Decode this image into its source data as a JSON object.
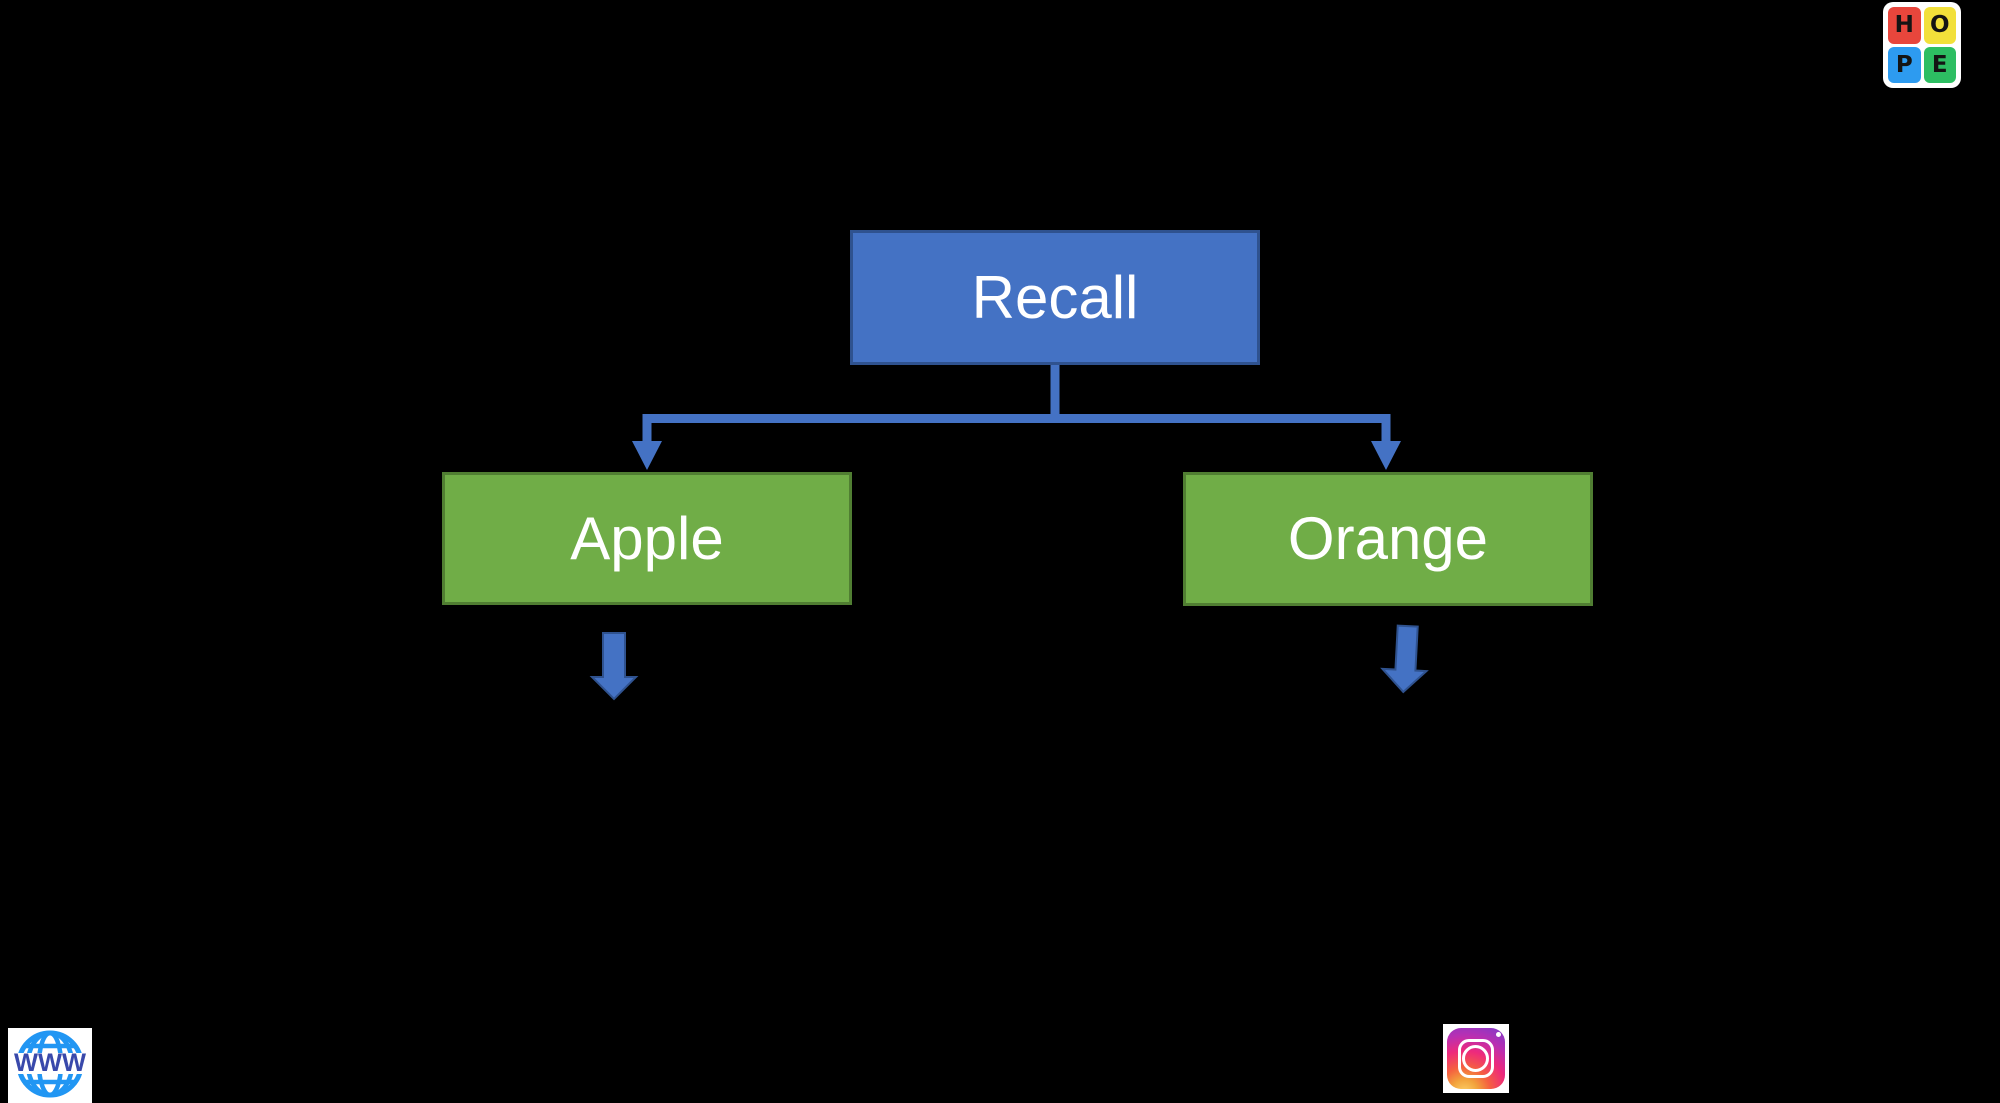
{
  "slide": {
    "background_color": "#000000"
  },
  "diagram": {
    "type": "tree",
    "connector_color": "#4472C4",
    "nodes": {
      "root": {
        "label": "Recall",
        "fill": "#4472C4",
        "border_color": "#2F528F",
        "text_color": "#FFFFFF"
      },
      "left": {
        "label": "Apple",
        "fill": "#70AD47",
        "border_color": "#507E32",
        "text_color": "#FFFFFF"
      },
      "right": {
        "label": "Orange",
        "fill": "#70AD47",
        "border_color": "#507E32",
        "text_color": "#FFFFFF"
      }
    },
    "edges": [
      {
        "from": "Recall",
        "to": "Apple"
      },
      {
        "from": "Recall",
        "to": "Orange"
      }
    ],
    "down_arrows": {
      "positions": [
        "below Apple",
        "below Orange"
      ],
      "fill": "#4472C4",
      "border_color": "#2F528F"
    }
  },
  "logos": {
    "hope": {
      "icon": "hope-logo",
      "letters": [
        "H",
        "O",
        "P",
        "E"
      ],
      "tile_colors": [
        "#E8463C",
        "#F2E03A",
        "#2D9BF0",
        "#2DBE62"
      ],
      "letter_color": "#141414",
      "background": "#FFFFFF"
    },
    "www": {
      "icon": "www-globe-icon",
      "label": "WWW",
      "globe_color": "#2196F3",
      "text_color": "#3949AB",
      "background": "#FFFFFF"
    },
    "instagram": {
      "icon": "instagram-icon",
      "background": "#FFFFFF",
      "gradient_colors": [
        "#FDD36A",
        "#F56040",
        "#EE2A7B",
        "#7B3BCB"
      ]
    }
  }
}
